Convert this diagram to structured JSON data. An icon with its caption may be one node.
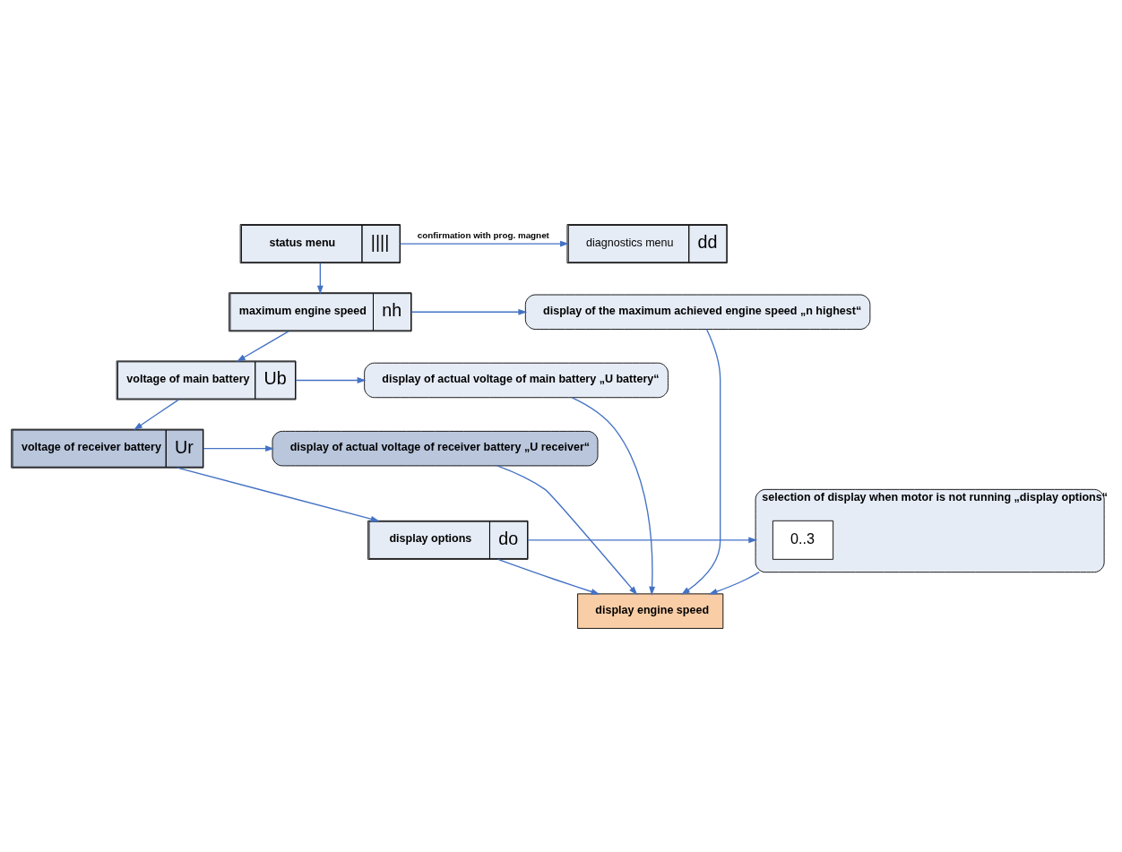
{
  "diagram": {
    "nodes": [
      {
        "text": [
          "status menu",
          "||||"
        ]
      },
      {
        "text": [
          "diagnostics menu",
          "dd"
        ]
      },
      {
        "text": [
          "maximum engine speed",
          "nh"
        ]
      },
      {
        "text": [
          "display of the maximum achieved engine speed „n highest“"
        ]
      },
      {
        "text": [
          "voltage of main battery",
          "Ub"
        ]
      },
      {
        "text": [
          "display of actual voltage of main battery „U battery“"
        ]
      },
      {
        "text": [
          "voltage of receiver battery",
          "Ur"
        ]
      },
      {
        "text": [
          "display of actual voltage of receiver battery „U receiver“"
        ]
      },
      {
        "text": [
          "display options",
          "do"
        ]
      },
      {
        "text": [
          "selection of display when motor is not running „display options“"
        ]
      },
      {
        "text": [
          "0..3"
        ],
        "in": 9
      },
      {
        "text": [
          "display engine speed"
        ]
      }
    ],
    "edges": [
      {
        "from": 0,
        "to": 1,
        "arrow": "to",
        "label": "confirmation with prog. magnet"
      },
      {
        "from": 0,
        "to": 2,
        "arrow": "to"
      },
      {
        "from": 2,
        "to": 3,
        "arrow": "to"
      },
      {
        "from": 2,
        "to": 4,
        "arrow": "to"
      },
      {
        "from": 4,
        "to": 5,
        "arrow": "to"
      },
      {
        "from": 4,
        "to": 6,
        "arrow": "to"
      },
      {
        "from": 6,
        "to": 7,
        "arrow": "to"
      },
      {
        "from": 6,
        "to": 8,
        "arrow": "to"
      },
      {
        "from": 8,
        "to": 9,
        "arrow": "to"
      },
      {
        "from": 8,
        "to": 11,
        "arrow": "to"
      },
      {
        "from": 3,
        "to": 11,
        "arrow": "to"
      },
      {
        "from": 5,
        "to": 11,
        "arrow": "to"
      },
      {
        "from": 7,
        "to": 11,
        "arrow": "to"
      },
      {
        "from": 9,
        "to": 11,
        "arrow": "to"
      }
    ]
  }
}
